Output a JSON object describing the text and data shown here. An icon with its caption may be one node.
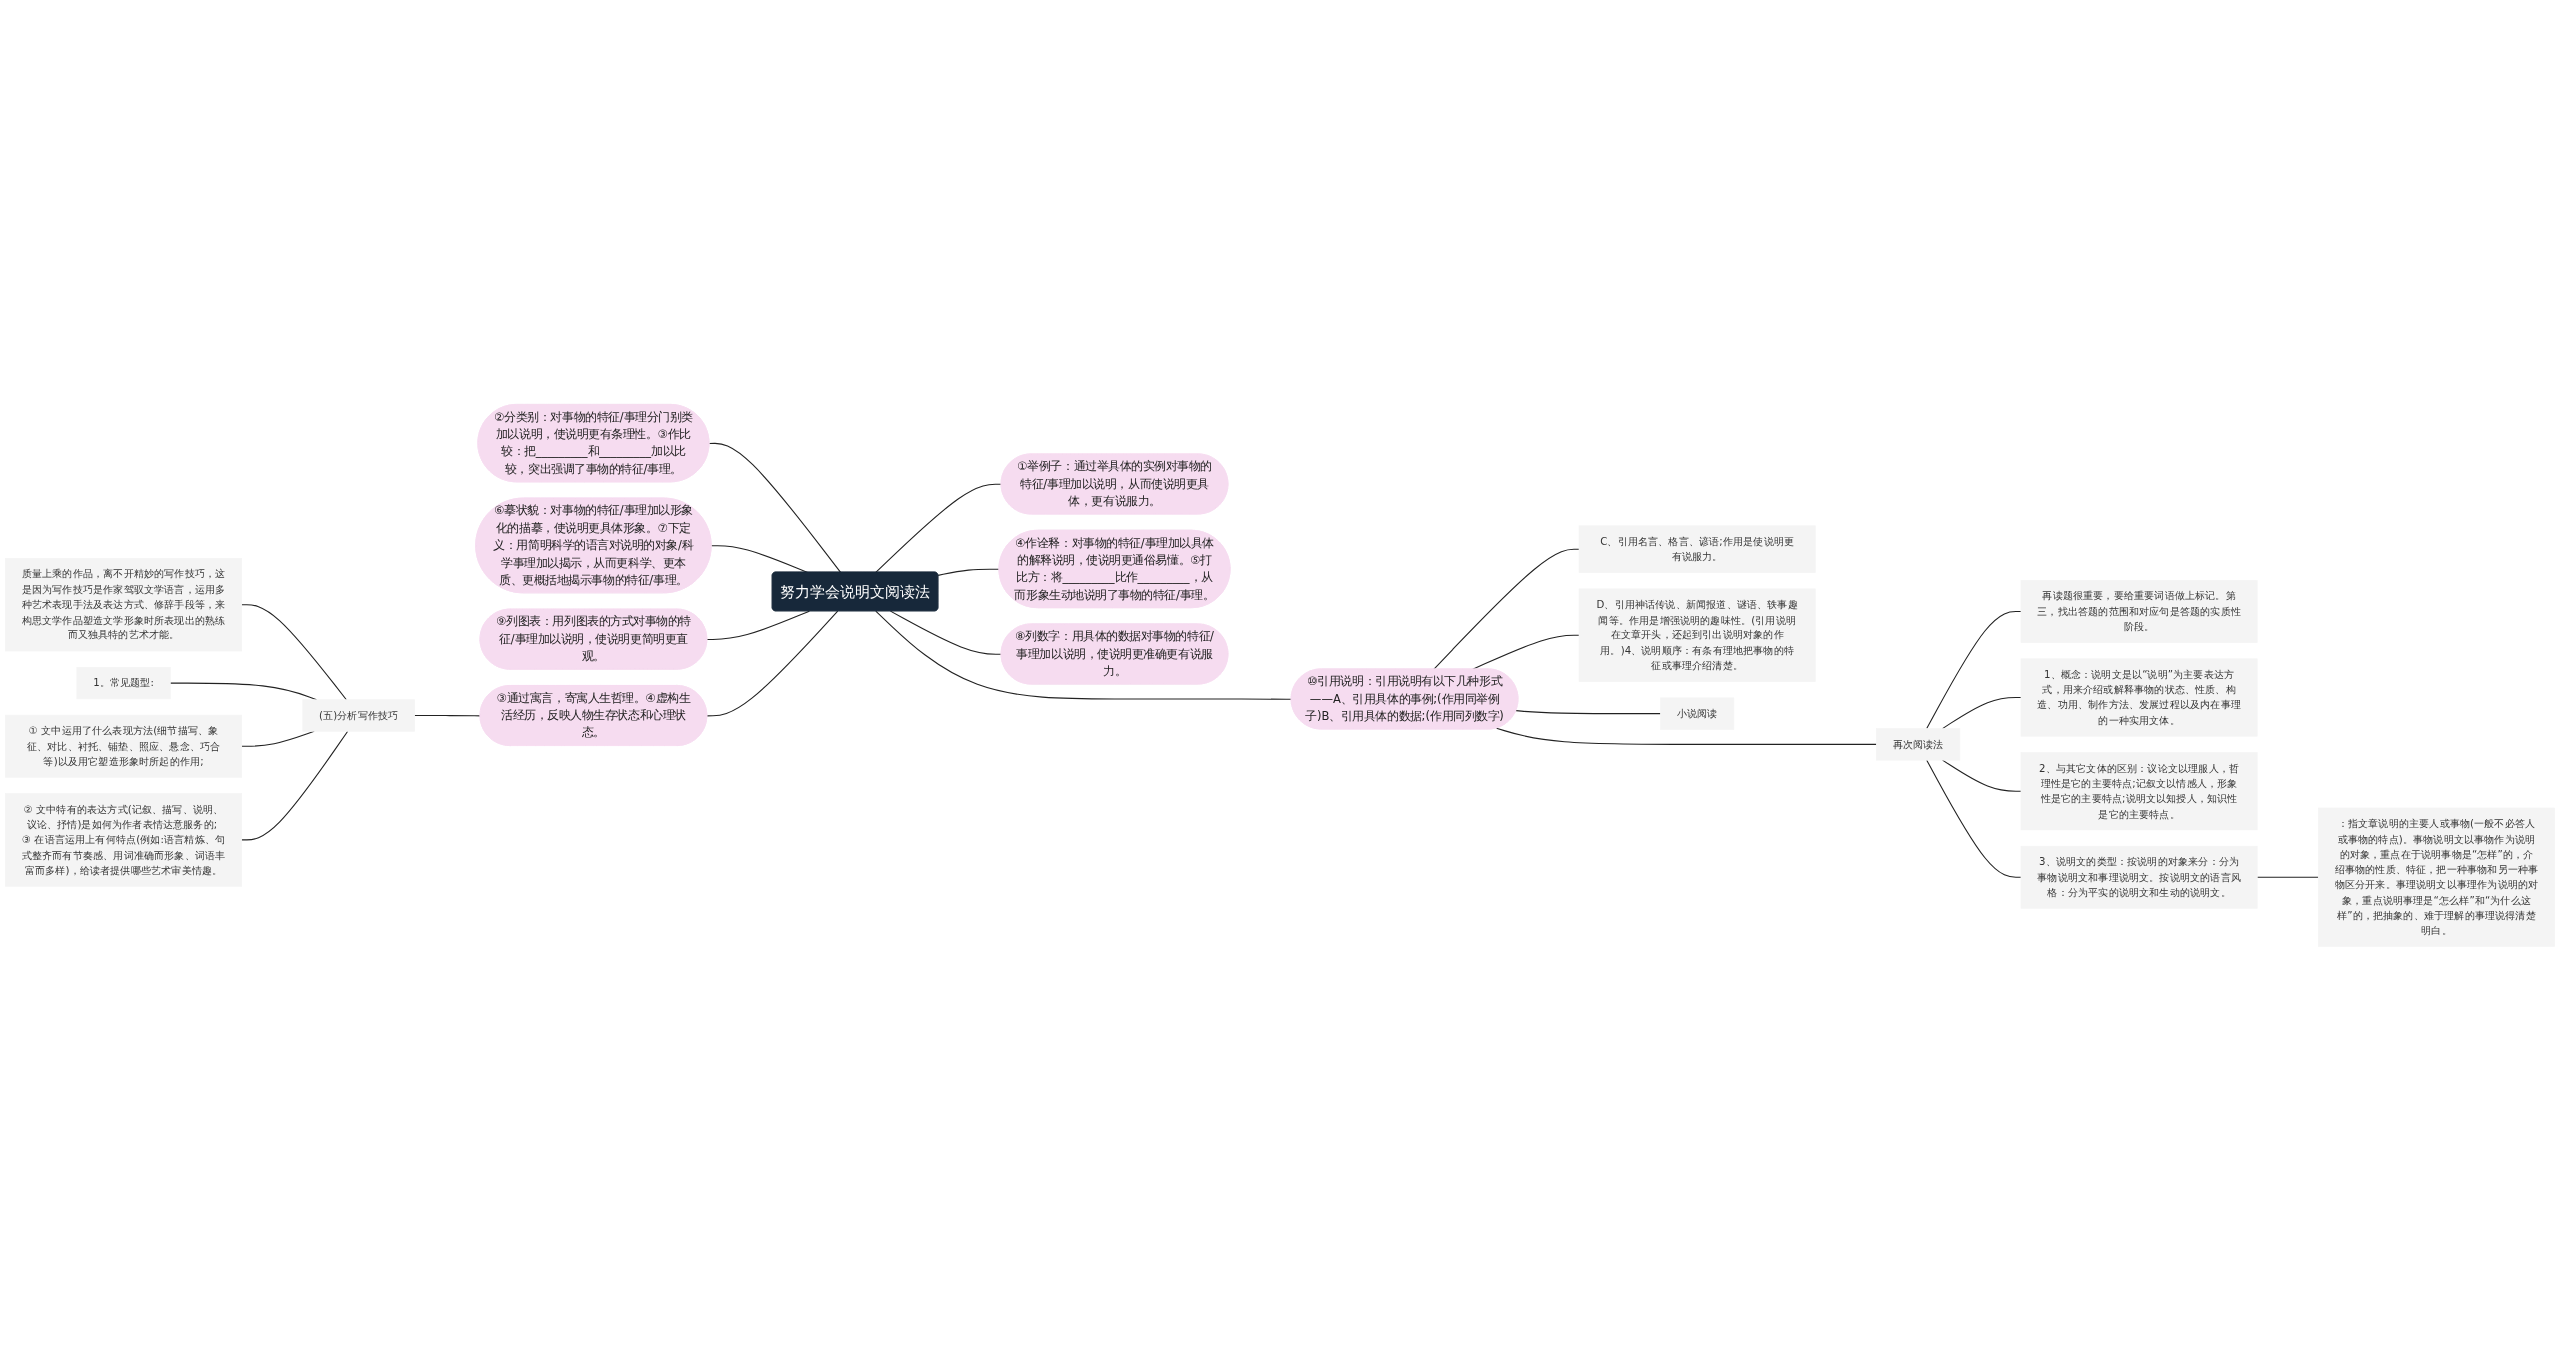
{
  "diagram": {
    "nodes": [
      {
        "text": [
          "努力学会说明文阅读法"
        ]
      },
      {
        "text": [
          "①举例子：通过举具体的实例对事物的特征/事理加以说明，从而使说明更具体，更有说服力。"
        ]
      },
      {
        "text": [
          "④作诠释：对事物的特征/事理加以具体的解释说明，使说明更通俗易懂。⑤打比方：将_________比作_________，从而形象生动地说明了事物的特征/事理。"
        ]
      },
      {
        "text": [
          "⑧列数字：用具体的数据对事物的特征/事理加以说明，使说明更准确更有说服力。"
        ]
      },
      {
        "text": [
          "⑩引用说明：引用说明有以下几种形式——A、引用具体的事例;(作用同举例子)B、引用具体的数据;(作用同列数字)"
        ]
      },
      {
        "text": [
          "C、引用名言、格言、谚语;作用是使说明更有说服力。"
        ]
      },
      {
        "text": [
          "D、引用神话传说、新闻报道、谜语、轶事趣闻等。作用是增强说明的趣味性。(引用说明在文章开头，还起到引出说明对象的作用。)4、说明顺序：有条有理地把事物的特征或事理介绍清楚。"
        ]
      },
      {
        "text": [
          "再次阅读法"
        ]
      },
      {
        "text": [
          "再读题很重要，要给重要词语做上标记。第三，找出答题的范围和对应句是答题的实质性阶段。"
        ]
      },
      {
        "text": [
          "1、概念：说明文是以“说明”为主要表达方式，用来介绍或解释事物的状态、性质、构造、功用、制作方法、发展过程以及内在事理的一种实用文体。"
        ]
      },
      {
        "text": [
          "2、与其它文体的区别：议论文以理服人，哲理性是它的主要特点;记叙文以情感人，形象性是它的主要特点;说明文以知授人，知识性是它的主要特点。"
        ]
      },
      {
        "text": [
          "3、说明文的类型：按说明的对象来分：分为事物说明文和事理说明文。按说明文的语言风格：分为平实的说明文和生动的说明文。"
        ]
      },
      {
        "text": [
          "：指文章说明的主要人或事物(一般不必答人或事物的特点)。事物说明文以事物作为说明的对象，重点在于说明事物是“怎样”的，介绍事物的性质、特征，把一种事物和另一种事物区分开来。事理说明文以事理作为说明的对象，重点说明事理是“怎么样”和“为什么这样”的，把抽象的、难于理解的事理说得清楚明白。"
        ]
      },
      {
        "text": [
          "小说阅读"
        ]
      },
      {
        "text": [
          "②分类别：对事物的特征/事理分门别类加以说明，使说明更有条理性。③作比较：把_________和_________加以比较，突出强调了事物的特征/事理。"
        ]
      },
      {
        "text": [
          "⑥摹状貌：对事物的特征/事理加以形象化的描摹，使说明更具体形象。⑦下定义：用简明科学的语言对说明的对象/科学事理加以揭示，从而更科学、更本质、更概括地揭示事物的特征/事理。"
        ]
      },
      {
        "text": [
          "⑨列图表：用列图表的方式对事物的特征/事理加以说明，使说明更简明更直观。"
        ]
      },
      {
        "text": [
          "③通过寓言，寄寓人生哲理。④虚构生活经历，反映人物生存状态和心理状态。"
        ]
      },
      {
        "text": [
          "(五)分析写作技巧"
        ]
      },
      {
        "text": [
          "质量上乘的作品，离不开精妙的写作技巧，这是因为写作技巧是作家驾驭文学语言，运用多种艺术表现手法及表达方式、修辞手段等，来构思文学作品塑造文学形象时所表现出的熟练而又独具特的艺术才能。"
        ]
      },
      {
        "text": [
          "1。常见题型:"
        ]
      },
      {
        "text": [
          "① 文中运用了什么表现方法(细节描写、象征、对比、衬托、铺垫、照应、悬念、巧合等)以及用它塑造形象时所起的作用;"
        ]
      },
      {
        "text": [
          "② 文中特有的表达方式(记叙、描写、说明、议论、抒情)是如何为作者表情达意服务的; ③ 在语言运用上有何特点(例如:语言精炼、句式整齐而有节奏感、用词准确而形象、词语丰富而多样)，给读者提供哪些艺术审美情趣。"
        ]
      }
    ],
    "edges": [
      {
        "from": 0,
        "to": 1,
        "arrow": "none"
      },
      {
        "from": 0,
        "to": 2,
        "arrow": "none"
      },
      {
        "from": 0,
        "to": 3,
        "arrow": "none"
      },
      {
        "from": 0,
        "to": 4,
        "arrow": "none"
      },
      {
        "from": 4,
        "to": 5,
        "arrow": "none"
      },
      {
        "from": 4,
        "to": 6,
        "arrow": "none"
      },
      {
        "from": 4,
        "to": 13,
        "arrow": "none"
      },
      {
        "from": 4,
        "to": 7,
        "arrow": "none"
      },
      {
        "from": 7,
        "to": 8,
        "arrow": "none"
      },
      {
        "from": 7,
        "to": 9,
        "arrow": "none"
      },
      {
        "from": 7,
        "to": 10,
        "arrow": "none"
      },
      {
        "from": 7,
        "to": 11,
        "arrow": "none"
      },
      {
        "from": 11,
        "to": 12,
        "arrow": "none"
      },
      {
        "from": 14,
        "to": 0,
        "arrow": "none"
      },
      {
        "from": 15,
        "to": 0,
        "arrow": "none"
      },
      {
        "from": 16,
        "to": 0,
        "arrow": "none"
      },
      {
        "from": 17,
        "to": 0,
        "arrow": "none"
      },
      {
        "from": 18,
        "to": 17,
        "arrow": "none"
      },
      {
        "from": 19,
        "to": 18,
        "arrow": "none"
      },
      {
        "from": 20,
        "to": 18,
        "arrow": "none"
      },
      {
        "from": 21,
        "to": 18,
        "arrow": "none"
      },
      {
        "from": 22,
        "to": 18,
        "arrow": "none"
      }
    ]
  }
}
